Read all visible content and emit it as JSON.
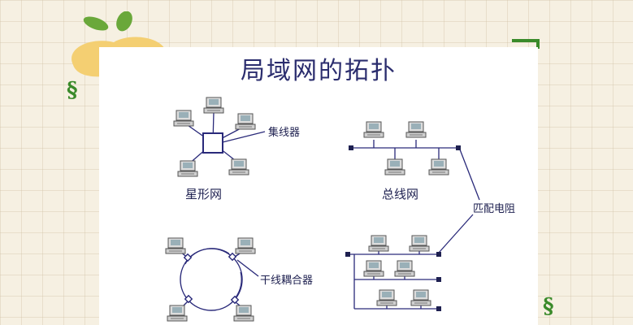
{
  "title": "局域网的拓扑",
  "labels": {
    "hub": "集线器",
    "star": "星形网",
    "bus": "总线网",
    "terminator": "匹配电阻",
    "coupler": "干线耦合器"
  },
  "colors": {
    "ink": "#2b2d6e",
    "node": "#2a2a7a",
    "accent_green": "#3a8a2a",
    "blob_yellow": "#f4cf72"
  }
}
